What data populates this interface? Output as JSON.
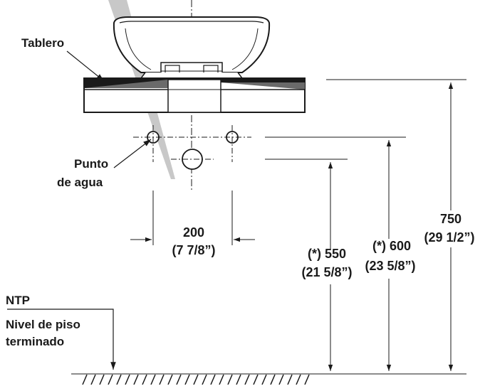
{
  "labels": {
    "tablero": "Tablero",
    "punto_line1": "Punto",
    "punto_line2": "de agua",
    "ntp": "NTP",
    "nivel_line1": "Nivel de piso",
    "nivel_line2": "terminado"
  },
  "dimensions": {
    "spacing_mm": "200",
    "spacing_in": "(7 7/8”)",
    "drain_mm": "(*) 550",
    "drain_in": "(21 5/8”)",
    "supply_mm": "(*) 600",
    "supply_in": "(23 5/8”)",
    "counter_mm": "750",
    "counter_in": "(29 1/2”)"
  },
  "colors": {
    "line": "#1a1a1a",
    "shade": "#bdbdbd",
    "beam": "#c8c8c8",
    "background": "#ffffff"
  }
}
